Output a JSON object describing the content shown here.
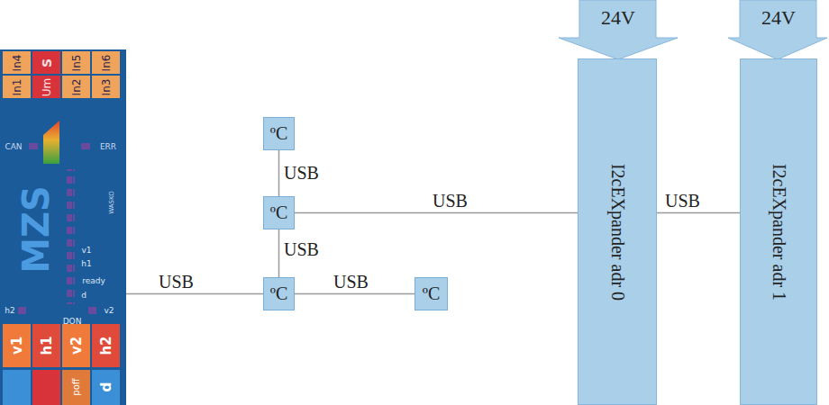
{
  "diagram": {
    "nodes": [
      {
        "text": [
          "In4",
          "S",
          "In5",
          "In6",
          "In1",
          "Um",
          "In2",
          "In3",
          "CAN",
          "ERR",
          "MZS",
          "WASKO",
          "v1",
          "h1",
          "ready",
          "d",
          "h2",
          "DON",
          "v2",
          "v1",
          "h1",
          "v2",
          "h2",
          "poff",
          "d"
        ]
      },
      {
        "text": [
          "ºC"
        ]
      },
      {
        "text": [
          "ºC"
        ]
      },
      {
        "text": [
          "ºC"
        ]
      },
      {
        "text": [
          "ºC"
        ]
      },
      {
        "text": [
          "I2cEXpander adr 0"
        ]
      },
      {
        "text": [
          "I2cEXpander adr 1"
        ]
      }
    ],
    "edges": [
      {
        "from": 0,
        "to": 3,
        "label": "USB",
        "arrow": "none"
      },
      {
        "from": 3,
        "to": 2,
        "label": "USB",
        "arrow": "none"
      },
      {
        "from": 2,
        "to": 1,
        "label": "USB",
        "arrow": "none"
      },
      {
        "from": 3,
        "to": 4,
        "label": "USB",
        "arrow": "none"
      },
      {
        "from": 2,
        "to": 5,
        "label": "USB",
        "arrow": "none"
      },
      {
        "from": 5,
        "to": 6,
        "label": "USB",
        "arrow": "none"
      }
    ],
    "labels": [
      "24V",
      "24V"
    ]
  }
}
